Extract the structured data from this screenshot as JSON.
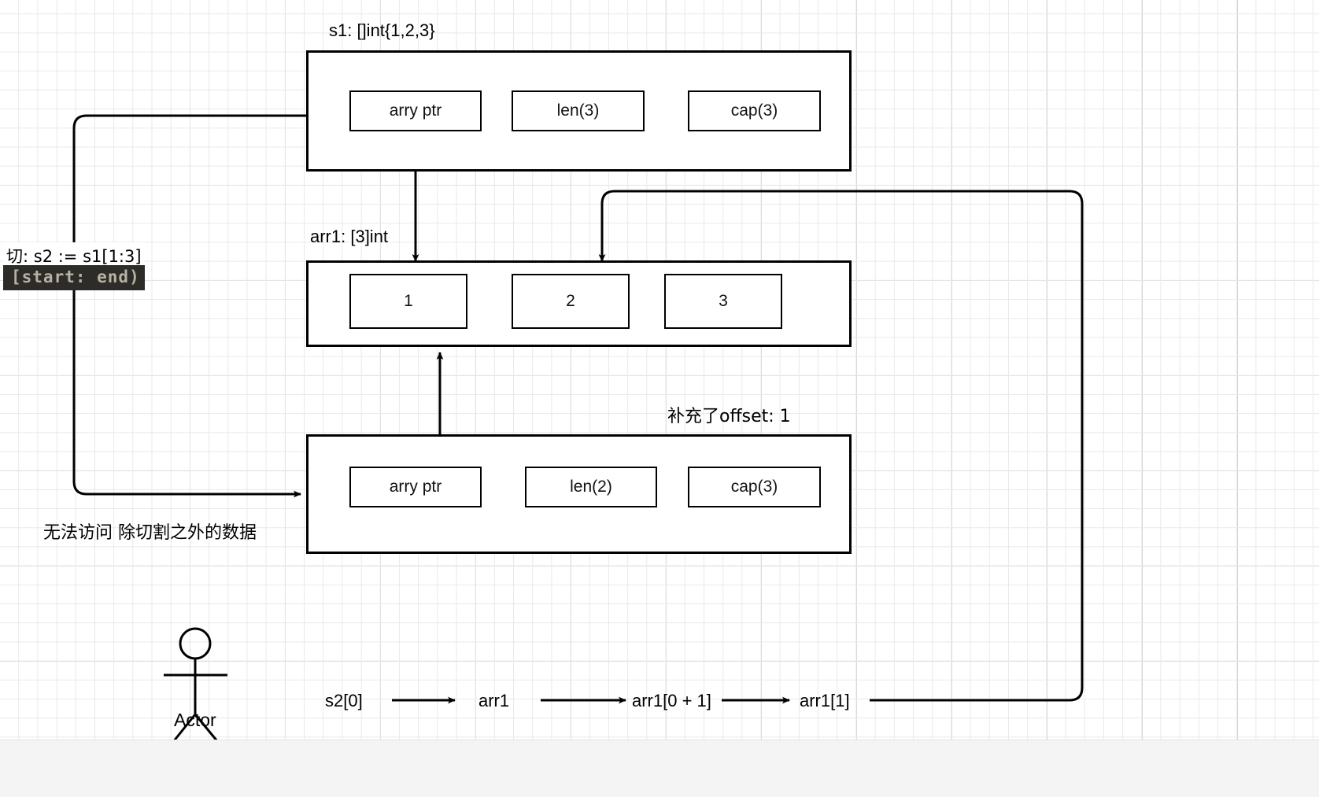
{
  "diagram": {
    "title_labels": {
      "slice_header": "s1: []int{1,2,3}",
      "array_header": "arr1: [3]int",
      "offset_note": "补充了offset: 1"
    },
    "slice_s1": {
      "cells": [
        "arry ptr",
        "len(3)",
        "cap(3)"
      ]
    },
    "array_arr1": {
      "cells": [
        "1",
        "2",
        "3"
      ]
    },
    "slice_s2": {
      "cells": [
        "arry ptr",
        "len(2)",
        "cap(3)"
      ]
    },
    "annotations": {
      "slice_expr": "切:  s2 := s1[1:3]",
      "range_badge": "[start: end)",
      "no_access": "无法访问 除切割之外的数据"
    },
    "flow": {
      "steps": [
        "s2[0]",
        "arr1",
        "arr1[0 + 1]",
        "arr1[1]"
      ],
      "arrow_glyph": "arrow-right"
    },
    "actor": {
      "label": "Actor",
      "icon": "stick-figure-icon"
    },
    "colors": {
      "stroke": "#000000",
      "canvas": "#ffffff",
      "grid_minor": "#e9e9e9",
      "grid_major": "#d0d0d0",
      "badge_bg": "#2e2c28",
      "badge_fg": "#b7b2a4",
      "footer_bg": "#f4f4f4"
    }
  }
}
